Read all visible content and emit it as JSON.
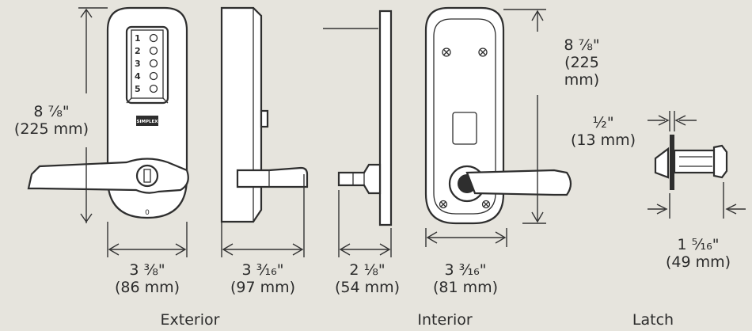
{
  "labels": {
    "ext_height": "8 ⅞\"",
    "ext_height_mm": "(225 mm)",
    "ext_width": "3 ⅜\"",
    "ext_width_mm": "(86 mm)",
    "ext_depth": "3 ³⁄₁₆\"",
    "ext_depth_mm": "(97 mm)",
    "int_depth": "2 ⅛\"",
    "int_depth_mm": "(54 mm)",
    "int_width": "3 ³⁄₁₆\"",
    "int_width_mm": "(81 mm)",
    "int_height": "8 ⅞\"",
    "int_height_mm_1": "(225",
    "int_height_mm_2": "mm)",
    "latch_offset": "½\"",
    "latch_offset_mm": "(13 mm)",
    "latch_length": "1 ⁵⁄₁₆\"",
    "latch_length_mm": "(49 mm)"
  },
  "captions": {
    "exterior": "Exterior",
    "interior": "Interior",
    "latch": "Latch"
  },
  "keypad": {
    "keys": [
      "1",
      "2",
      "3",
      "4",
      "5"
    ],
    "brand": "SIMPLEX",
    "cylinder_mark": "0"
  }
}
